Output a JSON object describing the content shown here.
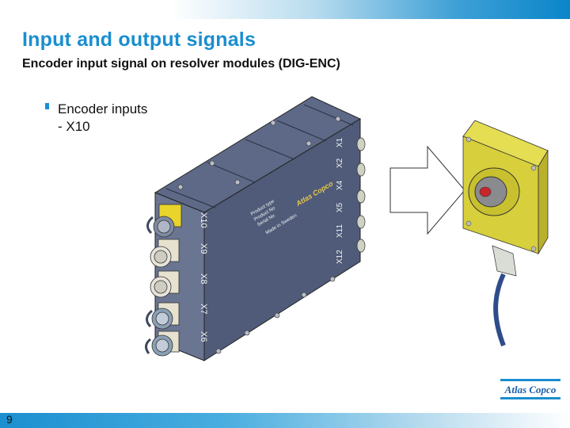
{
  "slide": {
    "title": "Input and output signals",
    "subtitle": "Encoder input signal on resolver modules (DIG-ENC)",
    "bullets": [
      {
        "text": "Encoder inputs",
        "sub": "- X10"
      }
    ],
    "page_number": "9"
  },
  "module": {
    "labels_front": [
      "X10",
      "X9",
      "X8",
      "X7",
      "X6"
    ],
    "labels_right": [
      "X1",
      "X2",
      "X4",
      "X5",
      "X11",
      "X12"
    ],
    "plate_lines": [
      "Product type",
      "Product No",
      "Serial No",
      "Made in Sweden"
    ],
    "brand": "Atlas Copco"
  },
  "logo": {
    "text": "Atlas Copco"
  },
  "colors": {
    "accent": "#1a8ed0",
    "module_body": "#56627e",
    "encoder_box": "#d7cf3c"
  }
}
